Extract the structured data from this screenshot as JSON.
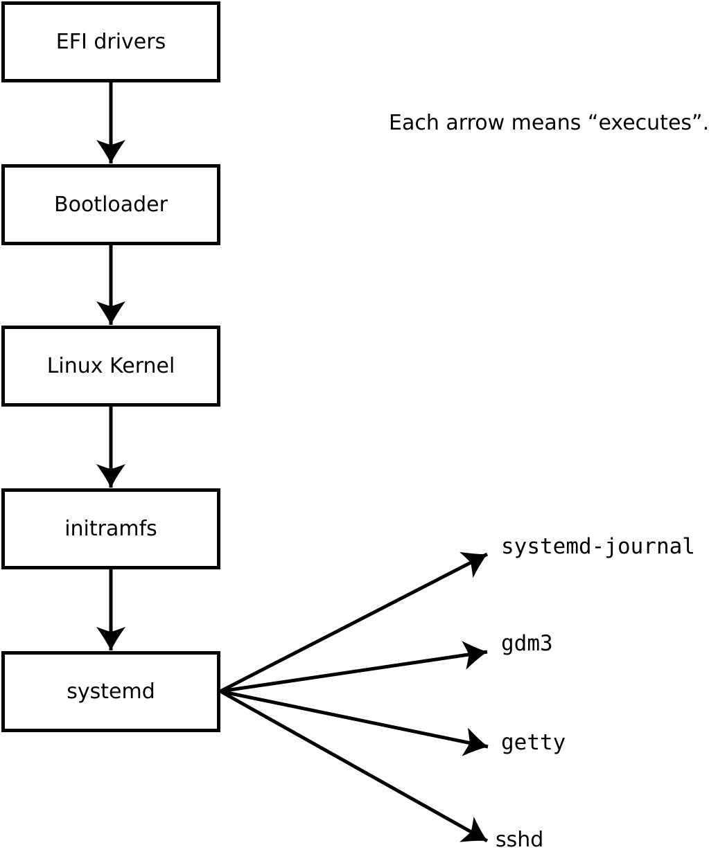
{
  "diagram": {
    "caption": "Each arrow means “executes”.",
    "chain": [
      {
        "label": "EFI drivers"
      },
      {
        "label": "Bootloader"
      },
      {
        "label": "Linux Kernel"
      },
      {
        "label": "initramfs"
      },
      {
        "label": "systemd"
      }
    ],
    "spawned": [
      {
        "label": "systemd-journal"
      },
      {
        "label": "gdm3"
      },
      {
        "label": "getty"
      },
      {
        "label": "sshd"
      }
    ],
    "colors": {
      "line": "#000000",
      "box_fill": "#ffffff",
      "background": "#ffffff",
      "text": "#000000"
    }
  }
}
